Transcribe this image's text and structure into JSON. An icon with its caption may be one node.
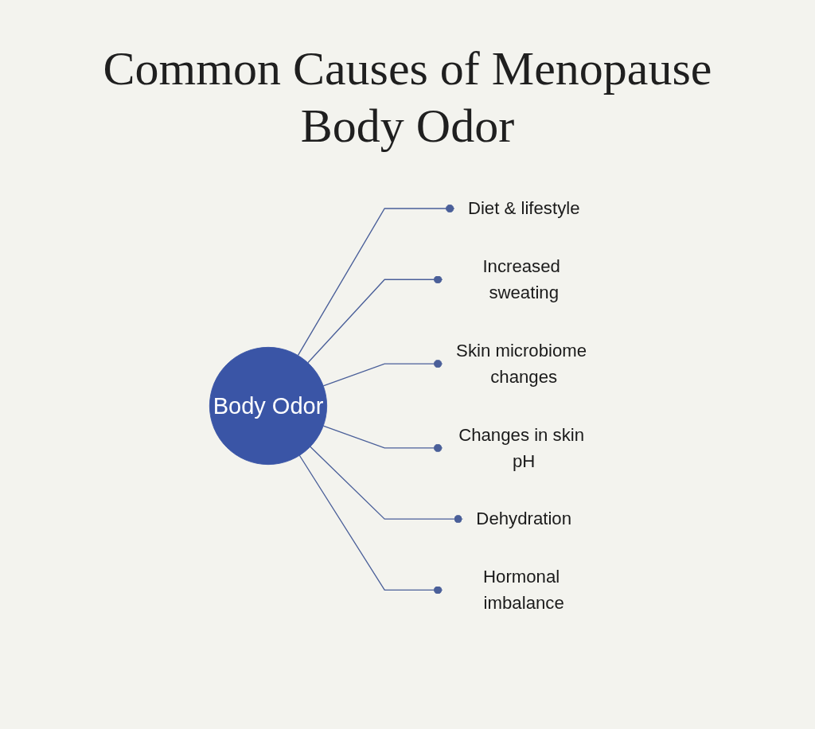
{
  "diagram": {
    "title": "Common Causes of Menopause Body Odor",
    "nodes": [
      {
        "text": [
          "Diet & lifestyle"
        ]
      },
      {
        "text": [
          "Increased sweating"
        ]
      },
      {
        "text": [
          "Skin microbiome changes"
        ]
      },
      {
        "text": [
          "Body Odor"
        ]
      },
      {
        "text": [
          "Changes in skin pH"
        ]
      },
      {
        "text": [
          "Dehydration"
        ]
      },
      {
        "text": [
          "Hormonal imbalance"
        ]
      }
    ],
    "edges": [
      {
        "from": 3,
        "to": 0,
        "arrow": "other"
      },
      {
        "from": 3,
        "to": 1,
        "arrow": "other"
      },
      {
        "from": 3,
        "to": 2,
        "arrow": "other"
      },
      {
        "from": 3,
        "to": 4,
        "arrow": "other"
      },
      {
        "from": 3,
        "to": 5,
        "arrow": "other"
      },
      {
        "from": 3,
        "to": 6,
        "arrow": "other"
      }
    ]
  }
}
